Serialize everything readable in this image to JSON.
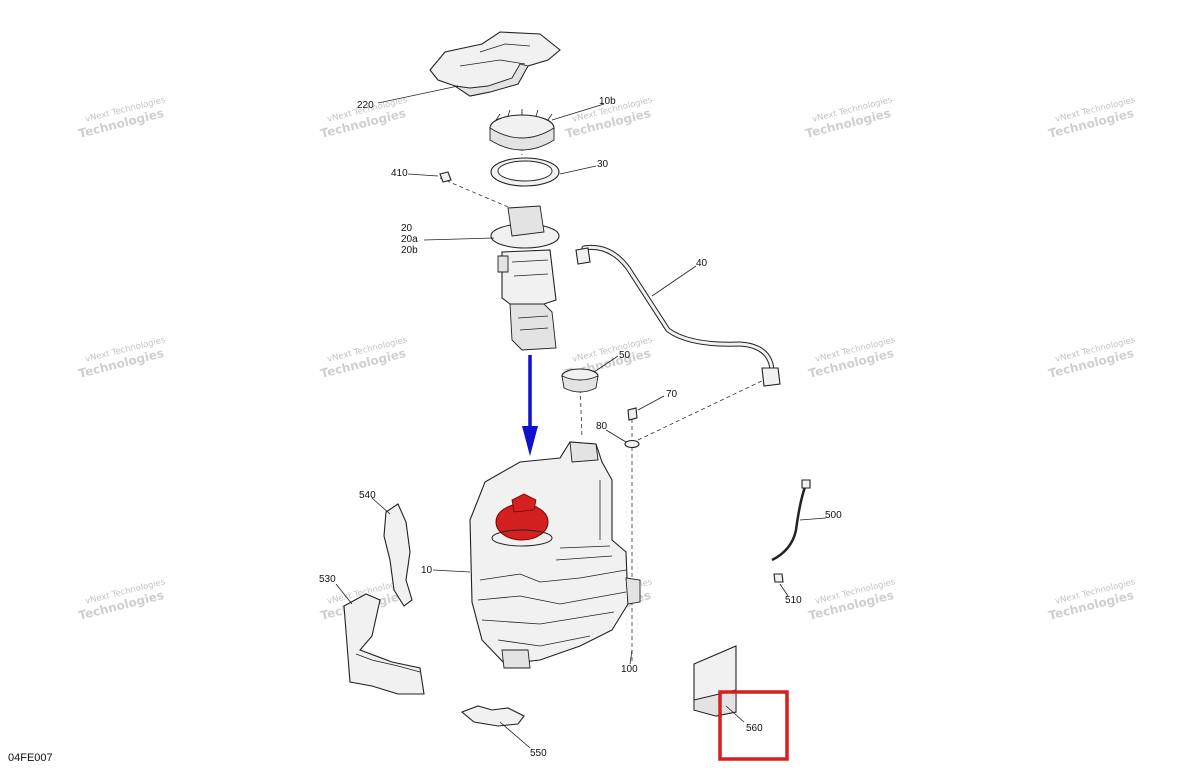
{
  "diagram": {
    "reference_code": "04FE007",
    "watermark": {
      "line1": "vNext Technologies",
      "line2": "Technologies"
    },
    "callouts": [
      {
        "id": "220",
        "label": "220"
      },
      {
        "id": "10b",
        "label": "10b"
      },
      {
        "id": "30",
        "label": "30"
      },
      {
        "id": "410",
        "label": "410"
      },
      {
        "id": "20",
        "label": "20"
      },
      {
        "id": "20a",
        "label": "20a"
      },
      {
        "id": "20b",
        "label": "20b"
      },
      {
        "id": "40",
        "label": "40"
      },
      {
        "id": "50",
        "label": "50"
      },
      {
        "id": "70",
        "label": "70"
      },
      {
        "id": "80",
        "label": "80"
      },
      {
        "id": "540",
        "label": "540"
      },
      {
        "id": "500",
        "label": "500"
      },
      {
        "id": "10",
        "label": "10"
      },
      {
        "id": "530",
        "label": "530"
      },
      {
        "id": "510",
        "label": "510"
      },
      {
        "id": "100",
        "label": "100"
      },
      {
        "id": "560",
        "label": "560"
      },
      {
        "id": "550",
        "label": "550"
      }
    ],
    "colors": {
      "arrow": "#1010d0",
      "highlight_part": "#d42020",
      "highlight_box": "#d42020"
    }
  }
}
